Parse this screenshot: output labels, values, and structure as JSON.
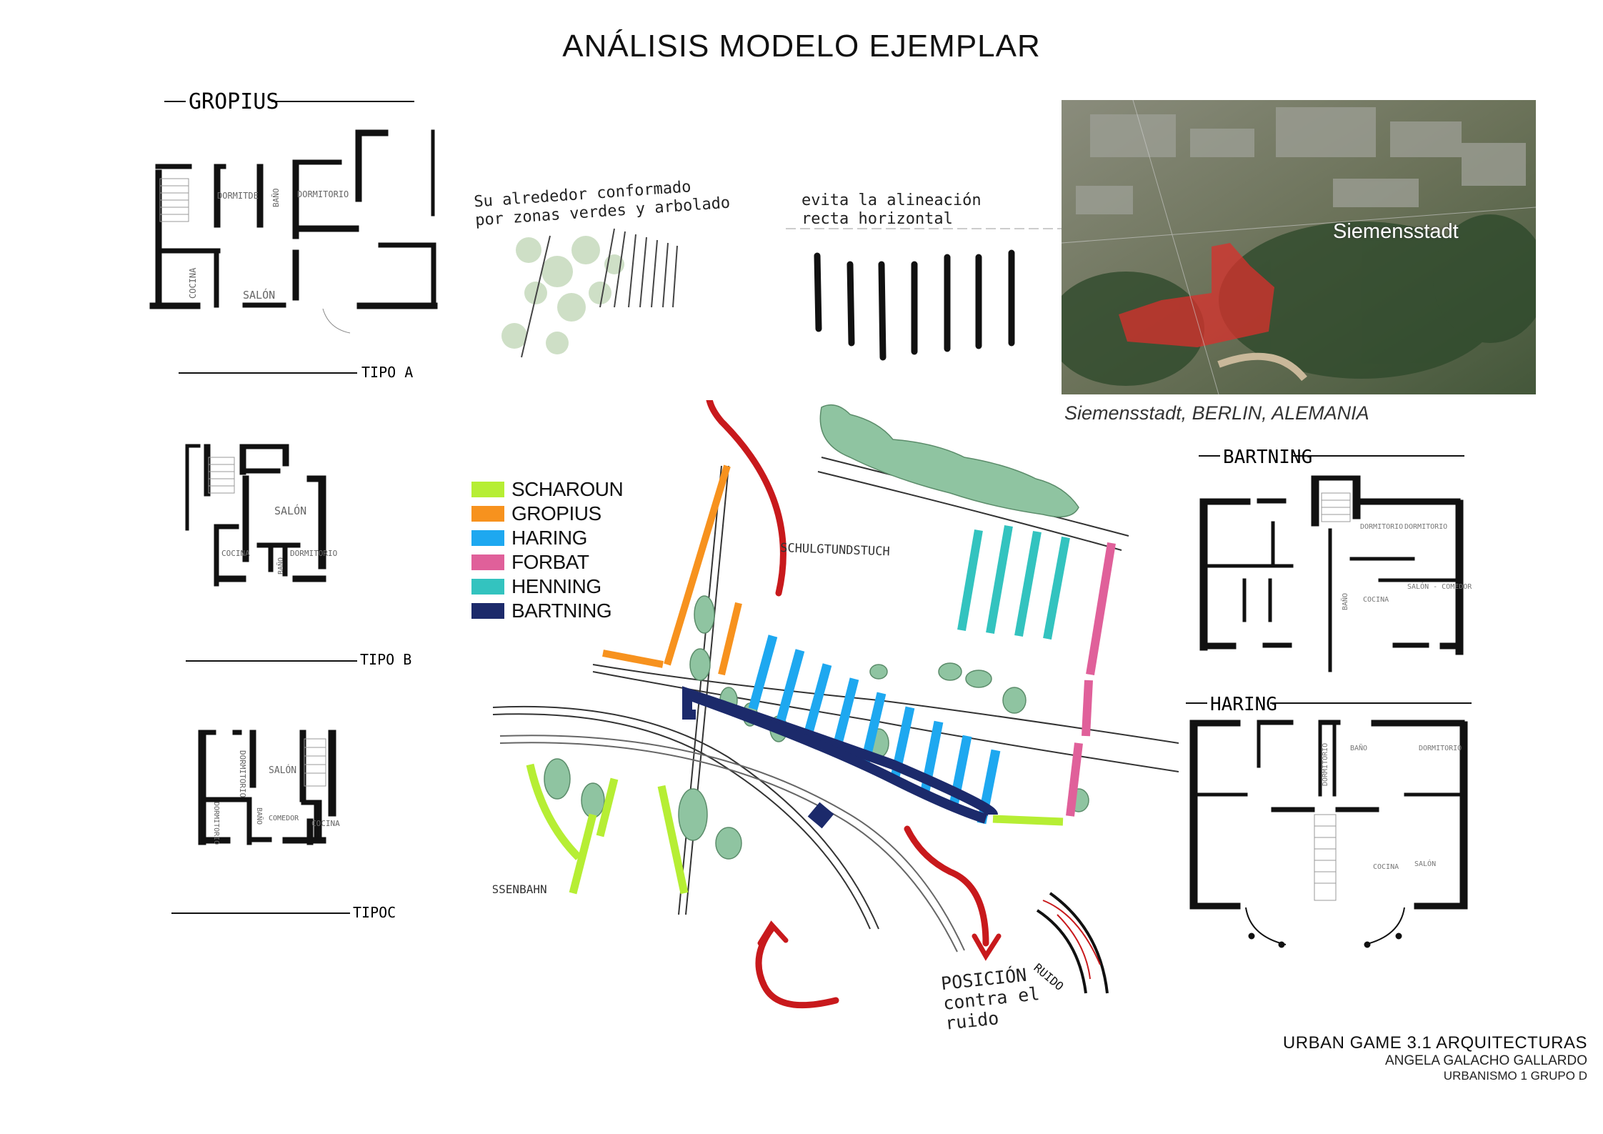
{
  "title": "ANÁLISIS MODELO EJEMPLAR",
  "plans_left": {
    "heading": "GROPIUS",
    "tipo_a": {
      "label": "TIPO A",
      "rooms": [
        "DORMITDE",
        "BAÑO",
        "DORMITORIO",
        "COCINA",
        "SALÓN"
      ]
    },
    "tipo_b": {
      "label": "TIPO B",
      "rooms": [
        "SALÓN",
        "COCINA",
        "BAÑO",
        "DORMITORIO"
      ]
    },
    "tipo_c": {
      "label": "TIPOC",
      "rooms": [
        "SALÓN",
        "DORMITORIO",
        "DORMITORIO",
        "BAÑO",
        "COMEDOR",
        "COCINA"
      ]
    }
  },
  "notes": {
    "green_surroundings": [
      "Su alrededor conformado",
      "por zonas verdes y arbolado"
    ],
    "alignment": [
      "evita la alineación",
      "recta horizontal"
    ],
    "noise": [
      "POSICIÓN",
      "contra el",
      "ruido"
    ],
    "noise_tag": "RUIDO"
  },
  "site_labels": {
    "street_top": "SCHULGTUNDSTUCH",
    "street_left": "SRRASSENBAHN"
  },
  "legend": [
    {
      "label": "SCHAROUN",
      "color": "#b6ee34"
    },
    {
      "label": "GROPIUS",
      "color": "#f7921e"
    },
    {
      "label": "HARING",
      "color": "#1ea8f0"
    },
    {
      "label": "FORBAT",
      "color": "#e0609a"
    },
    {
      "label": "HENNING",
      "color": "#33c3bf"
    },
    {
      "label": "BARTNING",
      "color": "#1c2a6b"
    }
  ],
  "photo": {
    "label": "Siemensstadt",
    "caption": "Siemensstadt, BERLIN, ALEMANIA",
    "highlight_color": "#d9302c"
  },
  "plans_right": {
    "bartning": {
      "heading": "BARTNING",
      "rooms": [
        "DORMITORIO",
        "DORMITORIO",
        "BAÑO",
        "COCINA",
        "SALÓN - COMEDOR"
      ]
    },
    "haring": {
      "heading": "HARING",
      "rooms": [
        "DORMITORIO",
        "BAÑO",
        "DORMITORIO",
        "COCINA",
        "SALÓN"
      ]
    }
  },
  "credits": {
    "line1": "URBAN GAME 3.1  ARQUITECTURAS",
    "line2": "ANGELA GALACHO GALLARDO",
    "line3": "URBANISMO 1 GRUPO D"
  },
  "colors": {
    "arrow": "#c8191c",
    "vegetation": "#8fc4a1",
    "ink": "#111111"
  }
}
